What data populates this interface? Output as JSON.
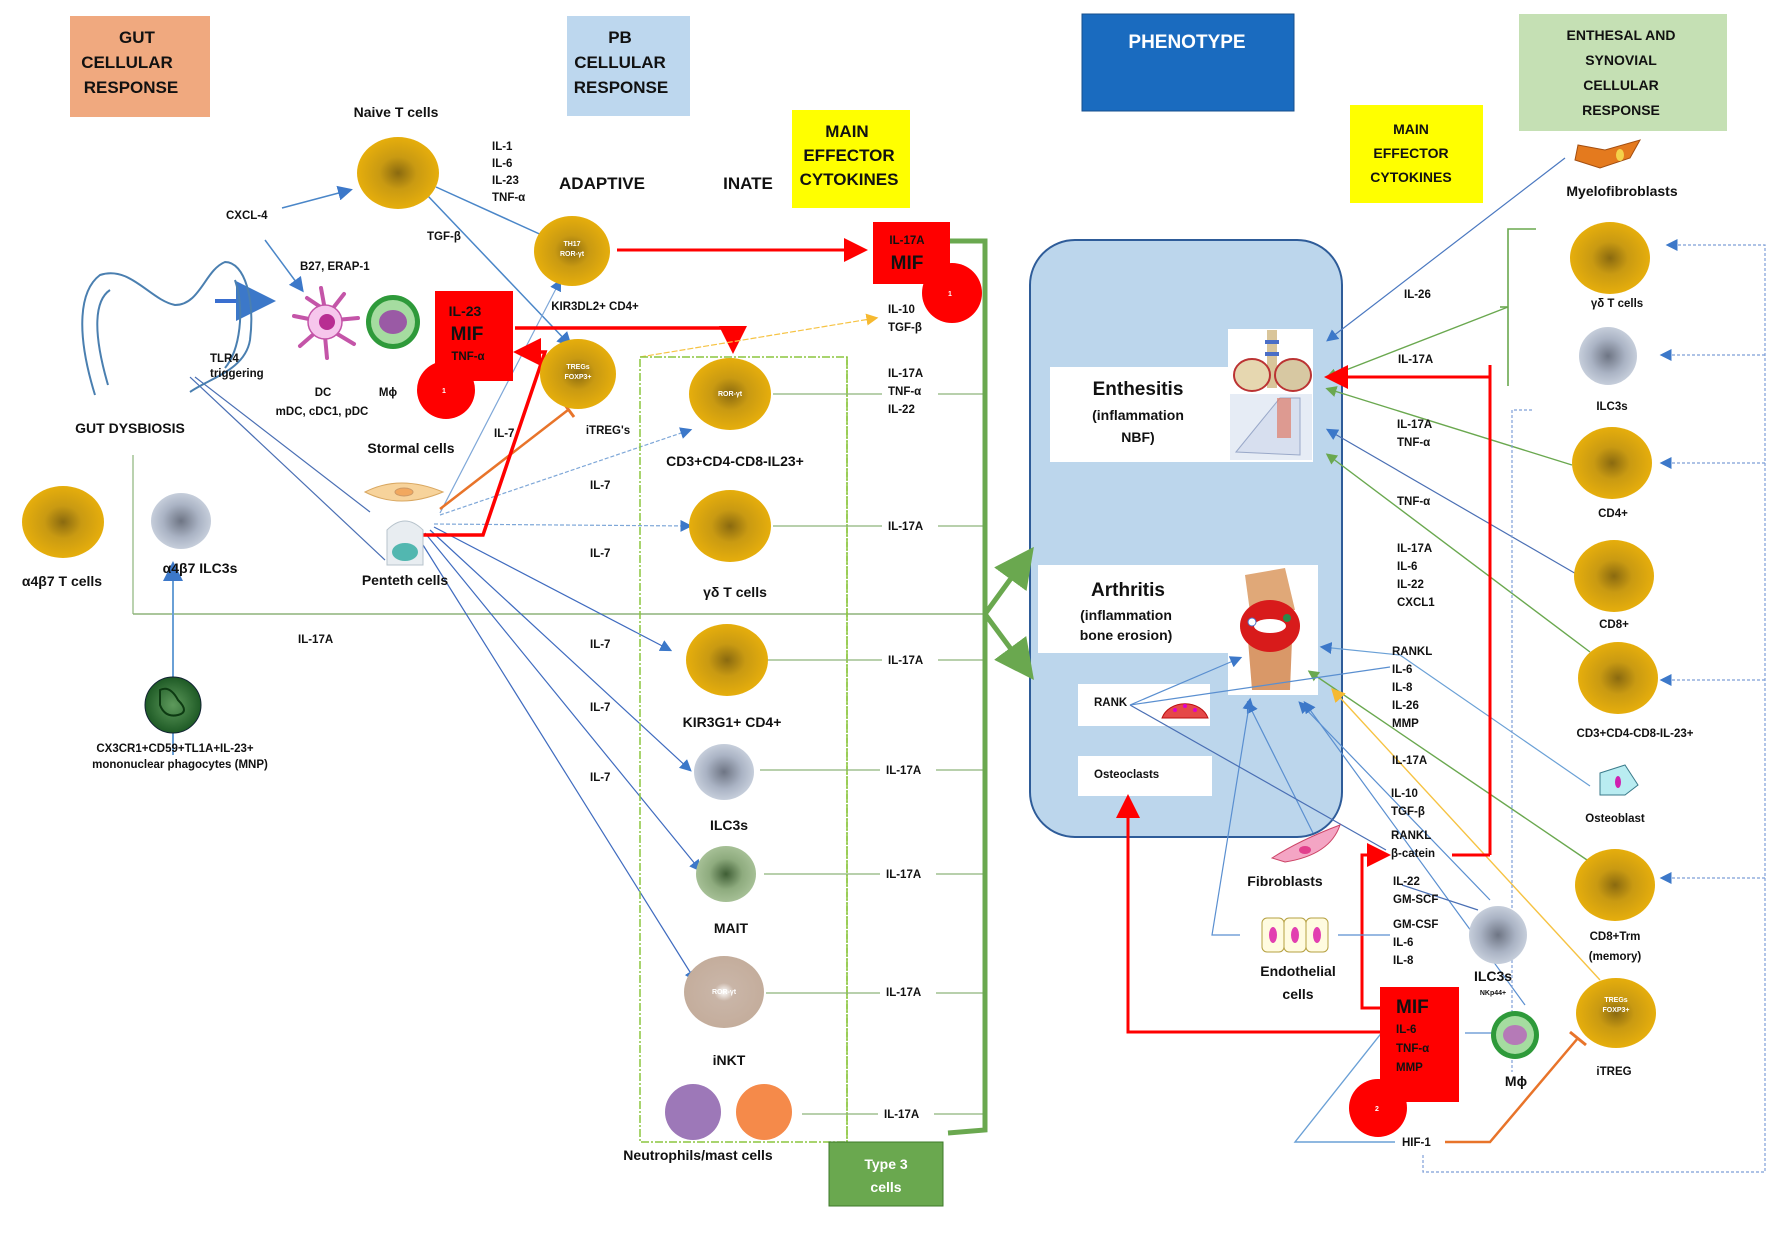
{
  "headers": {
    "gut": [
      "GUT",
      "CELLULAR",
      "RESPONSE"
    ],
    "pb": [
      "PB",
      "CELLULAR",
      "RESPONSE"
    ],
    "phenotype": "PHENOTYPE",
    "main_effector_left": [
      "MAIN",
      "EFFECTOR",
      "CYTOKINES"
    ],
    "main_effector_right": [
      "MAIN",
      "EFFECTOR",
      "CYTOKINES"
    ],
    "enthesal": [
      "ENTHESAL AND",
      "SYNOVIAL",
      "CELLULAR",
      "RESPONSE"
    ],
    "adaptive": "ADAPTIVE",
    "innate": "INATE"
  },
  "gut": {
    "dysbiosis": "GUT DYSBIOSIS",
    "tlr4": [
      "TLR4",
      "triggering"
    ],
    "cxcl4": "CXCL-4",
    "b27": "B27, ERAP-1",
    "naive": "Naive T cells",
    "dc": "DC",
    "mphi": "Mϕ",
    "dc_sub": "mDC, cDC1, pDC",
    "stromal": "Stormal cells",
    "paneth": "Penteth cells",
    "a4b7_t": "α4β7 T cells",
    "a4b7_ilc": "α4β7 ILC3s",
    "mnp": [
      "CX3CR1+CD59+TL1A+IL-23+",
      "mononuclear phagocytes (MNP)"
    ],
    "il17a": "IL-17A",
    "tgfb": "TGF-β",
    "cytokines_naive": [
      "IL-1",
      "IL-6",
      "IL-23",
      "TNF-α"
    ],
    "red_box_1": [
      "IL-23",
      "MIF",
      "TNF-α"
    ],
    "badge_1": "1",
    "il7": "IL-7"
  },
  "pb": {
    "th17_inner": [
      "TH17",
      "ROR-γt"
    ],
    "th17_label": "KIR3DL2+ CD4+",
    "itreg_inner": [
      "TREGs",
      "FOXP3+"
    ],
    "itreg_label": "iTREG's",
    "cells": [
      {
        "label": "CD3+CD4-CD8-IL23+",
        "inner": "ROR-γt",
        "cytokines": [
          "IL-17A",
          "TNF-α",
          "IL-22"
        ],
        "color": "gold"
      },
      {
        "label": "γδ T cells",
        "inner": "",
        "cytokines": [
          "IL-17A"
        ],
        "color": "gold"
      },
      {
        "label": "KIR3G1+ CD4+",
        "inner": "",
        "cytokines": [
          "IL-17A"
        ],
        "color": "gold"
      },
      {
        "label": "ILC3s",
        "inner": "",
        "cytokines": [
          "IL-17A"
        ],
        "color": "grey"
      },
      {
        "label": "MAIT",
        "inner": "",
        "cytokines": [
          "IL-17A"
        ],
        "color": "green"
      },
      {
        "label": "iNKT",
        "inner": "ROR-γt",
        "cytokines": [
          "IL-17A"
        ],
        "color": "tan"
      },
      {
        "label": "Neutrophils/mast cells",
        "inner": "",
        "cytokines": [
          "IL-17A"
        ],
        "color": "granulocyte"
      }
    ],
    "il7_labels": [
      "IL-7",
      "IL-7",
      "IL-7",
      "IL-7",
      "IL-7",
      "IL-7"
    ],
    "red_box_top": [
      "IL-17A",
      "MIF"
    ],
    "badge_1": "1",
    "il10": [
      "IL-10",
      "TGF-β"
    ],
    "type3": [
      "Type 3",
      "cells"
    ]
  },
  "phenotype": {
    "enthesitis": [
      "Enthesitis",
      "(inflammation",
      "NBF)"
    ],
    "arthritis": [
      "Arthritis",
      "(inflammation",
      "bone erosion)"
    ],
    "rank": "RANK",
    "osteoclasts": "Osteoclasts"
  },
  "right_cytokines": {
    "il26": "IL-26",
    "il17a_1": "IL-17A",
    "il17a_tnf": [
      "IL-17A",
      "TNF-α"
    ],
    "tnf": "TNF-α",
    "cd8_group": [
      "IL-17A",
      "IL-6",
      "IL-22",
      "CXCL1"
    ],
    "rankl_group": [
      "RANKL",
      "IL-6",
      "IL-8",
      "IL-26",
      "MMP"
    ],
    "il17a_2": "IL-17A",
    "il10_group": [
      "IL-10",
      "TGF-β"
    ],
    "rankl_bcat": [
      "RANKL",
      "β-catein"
    ],
    "il22_group": [
      "IL-22",
      "GM-SCF"
    ],
    "gmcsf_group": [
      "GM-CSF",
      "IL-6",
      "IL-8"
    ],
    "hif1": "HIF-1"
  },
  "synovial": {
    "myelofibroblasts": "Myelofibroblasts",
    "gd_t": "γδ T cells",
    "ilc3s": "ILC3s",
    "cd4": "CD4+",
    "cd8": "CD8+",
    "cd3": "CD3+CD4-CD8-IL-23+",
    "osteoblast": "Osteoblast",
    "cd8trm": [
      "CD8+Trm",
      "(memory)"
    ],
    "itreg": "iTREG",
    "itreg_inner": [
      "TREGs",
      "FOXP3+"
    ],
    "fibroblasts": "Fibroblasts",
    "endothelial": [
      "Endothelial",
      "cells"
    ],
    "ilc3_nkp": [
      "ILC3s",
      "NKp44+"
    ],
    "mphi": "Mϕ",
    "red_box_2": [
      "MIF",
      "IL-6",
      "TNF-α",
      "MMP"
    ],
    "badge_2": "2"
  },
  "colors": {
    "gut_header": "#f0a97f",
    "pb_header": "#bdd7ee",
    "phenotype_header": "#1a6bbf",
    "effector_header": "#ffff00",
    "enthesal_header": "#c5e0b4",
    "phenotype_panel": "#bcd6ec",
    "type3": "#6aa84f",
    "red": "#ff0000",
    "arrow_blue": "#4a86c8",
    "arrow_green": "#6aa84f",
    "arrow_orange": "#e8742a",
    "arrow_yellow": "#f6c343"
  }
}
